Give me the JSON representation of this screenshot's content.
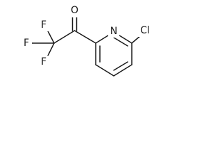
{
  "atoms": {
    "oxygen": "O",
    "nitrogen": "N",
    "chlorine": "Cl",
    "fluorine_left": "F",
    "fluorine_top": "F",
    "fluorine_bottom": "F"
  }
}
